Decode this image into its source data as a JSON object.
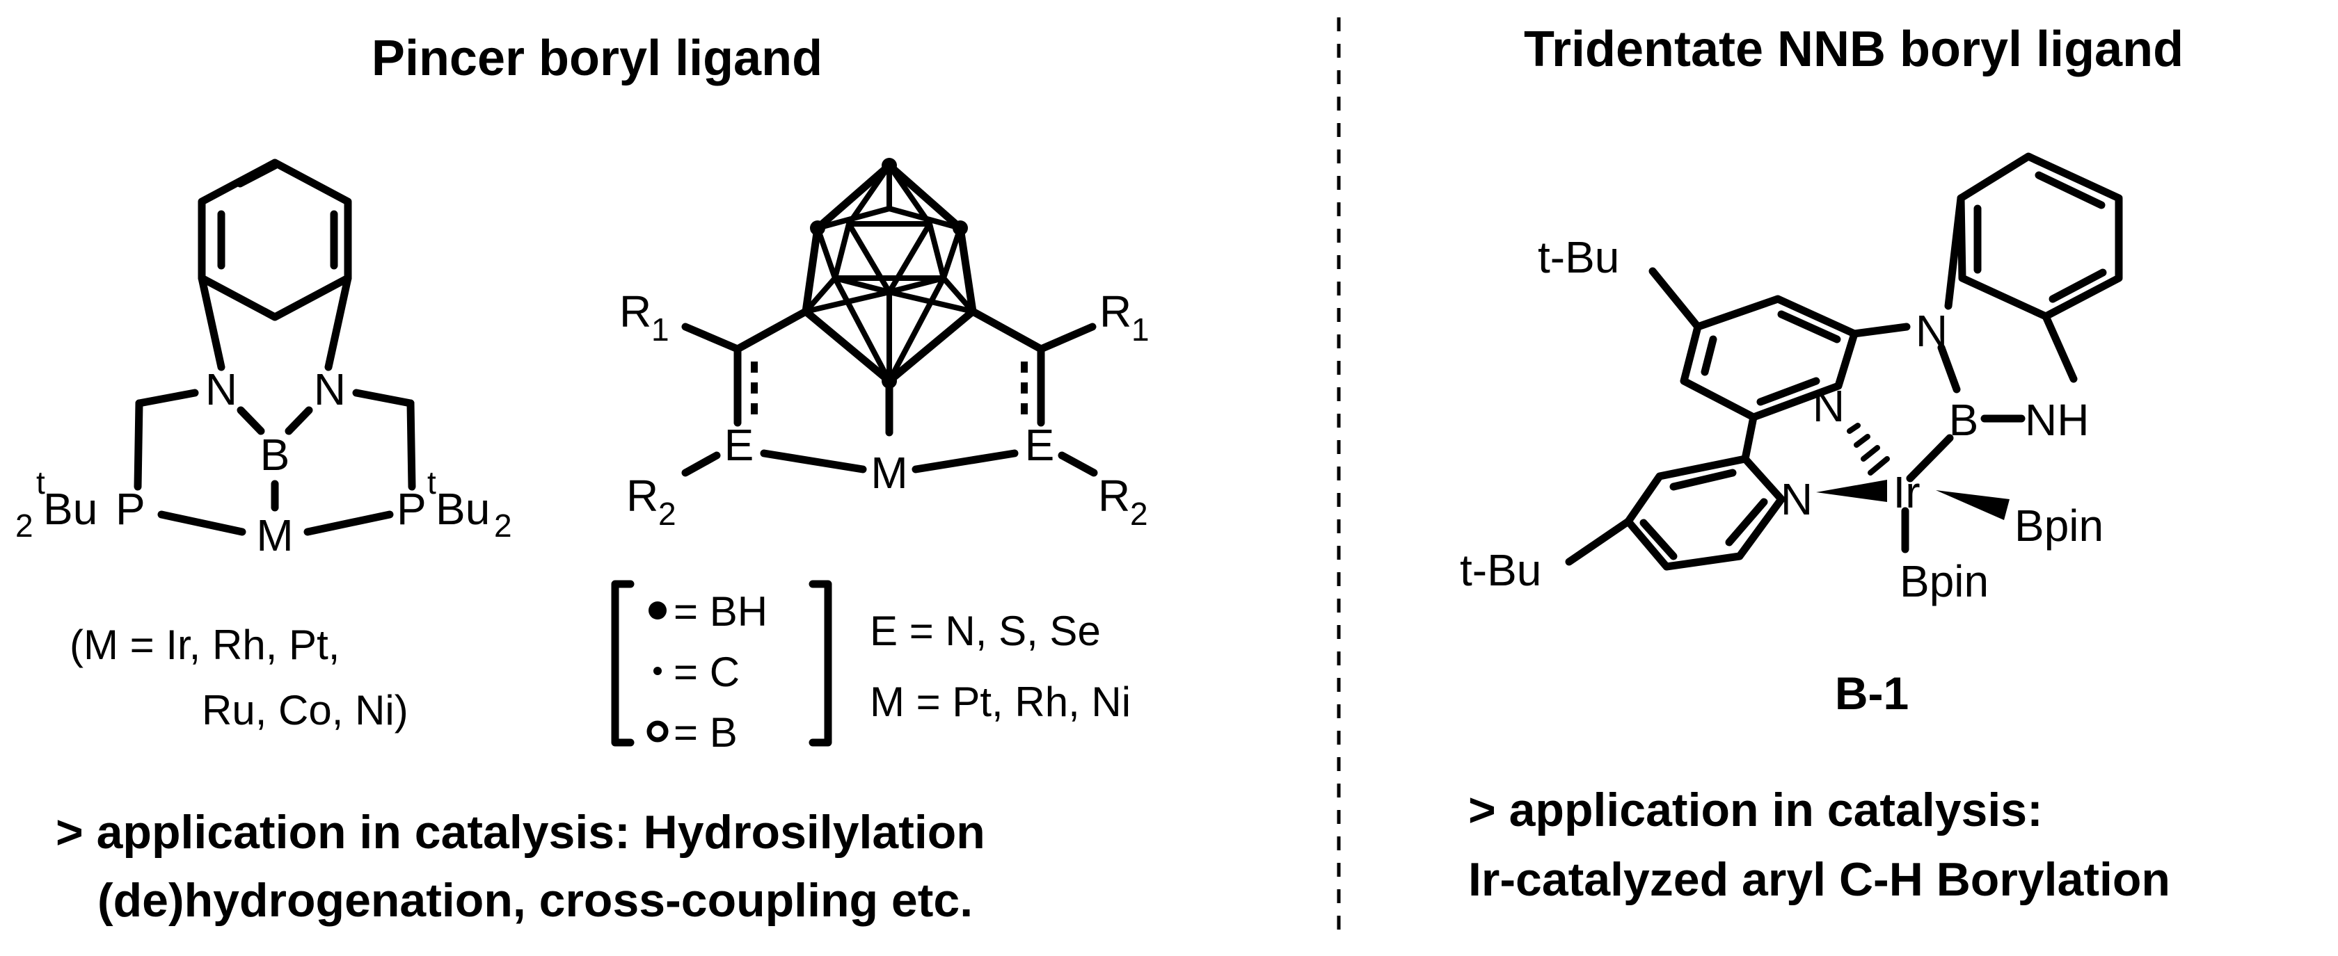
{
  "left_panel": {
    "title": "Pincer boryl ligand",
    "ligand1": {
      "atoms": {
        "n_left": "N",
        "n_right": "N",
        "b": "B",
        "p_left": "P",
        "p_right": "P",
        "m": "M"
      },
      "p_left_sub_pre": "2",
      "p_left_sup": "t",
      "p_left_group": "Bu",
      "p_right_sup": "t",
      "p_right_group": "Bu",
      "p_right_sub": "2",
      "metals_line1": "(M = Ir, Rh, Pt,",
      "metals_line2": "Ru, Co, Ni)"
    },
    "ligand2": {
      "r1": "R",
      "r1_sub": "1",
      "r2": "R",
      "r2_sub": "2",
      "e": "E",
      "m": "M",
      "legend": [
        {
          "symbol": "filled-dot",
          "text": "= BH"
        },
        {
          "symbol": "small-dot",
          "text": "= C"
        },
        {
          "symbol": "hollow-dot",
          "text": "= B"
        }
      ],
      "e_def": "E = N, S, Se",
      "m_def": "M = Pt, Rh, Ni"
    },
    "application_line1": "> application in catalysis: Hydrosilylation",
    "application_line2": "(de)hydrogenation, cross-coupling etc."
  },
  "right_panel": {
    "title": "Tridentate NNB  boryl ligand",
    "complex": {
      "tbu_top": "t-Bu",
      "tbu_bottom": "t-Bu",
      "n_amide": "N",
      "n_py_top": "N",
      "n_py_bottom": "N",
      "b": "B",
      "nh": "NH",
      "ir": "Ir",
      "bpin_right": "Bpin",
      "bpin_bottom": "Bpin",
      "label": "B-1"
    },
    "application_line1": "> application in catalysis:",
    "application_line2": "Ir-catalyzed aryl C-H Borylation"
  }
}
